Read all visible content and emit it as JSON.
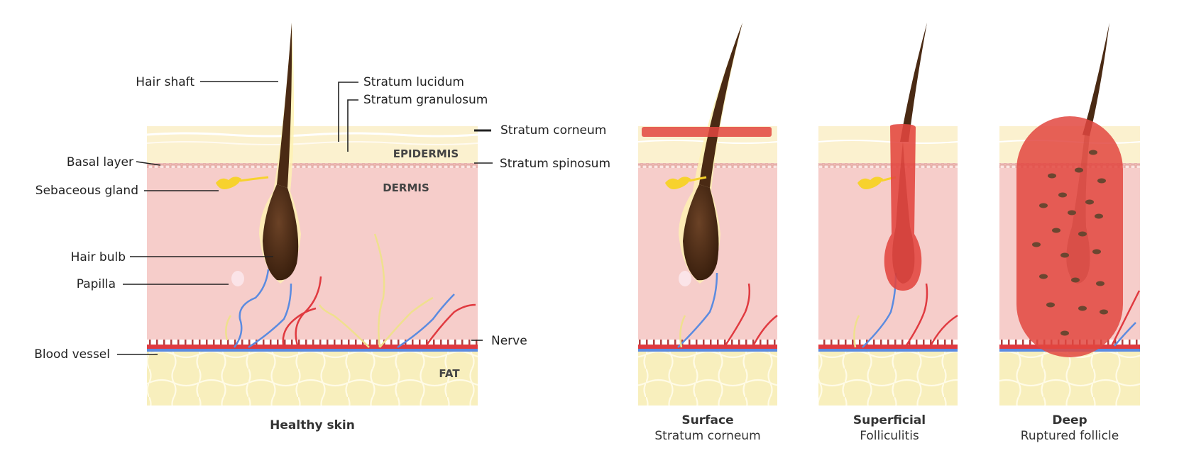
{
  "labels": {
    "hair_shaft": "Hair shaft",
    "basal_layer": "Basal layer",
    "sebaceous_gland": "Sebaceous gland",
    "hair_bulb": "Hair bulb",
    "papilla": "Papilla",
    "blood_vessel": "Blood vessel",
    "stratum_lucidum": "Stratum lucidum",
    "stratum_granulosum": "Stratum granulosum",
    "stratum_corneum": "Stratum corneum",
    "stratum_spinosum": "Stratum spinosum",
    "nerve": "Nerve"
  },
  "layers": {
    "epidermis": "EPIDERMIS",
    "dermis": "DERMIS",
    "fat": "FAT"
  },
  "panels": {
    "healthy": {
      "title": "Healthy skin"
    },
    "surface": {
      "title": "Surface",
      "subtitle": "Stratum corneum"
    },
    "superficial": {
      "title": "Superficial",
      "subtitle": "Folliculitis"
    },
    "deep": {
      "title": "Deep",
      "subtitle": "Ruptured follicle"
    }
  },
  "colors": {
    "epidermis": "#fbf1cf",
    "dermis": "#f6cdca",
    "fat": "#f8efbd",
    "hair": "#4a2a14",
    "inflammation": "#e2463f",
    "vein": "#5b8be0",
    "artery": "#e03a40",
    "nerve": "#efe08e"
  }
}
